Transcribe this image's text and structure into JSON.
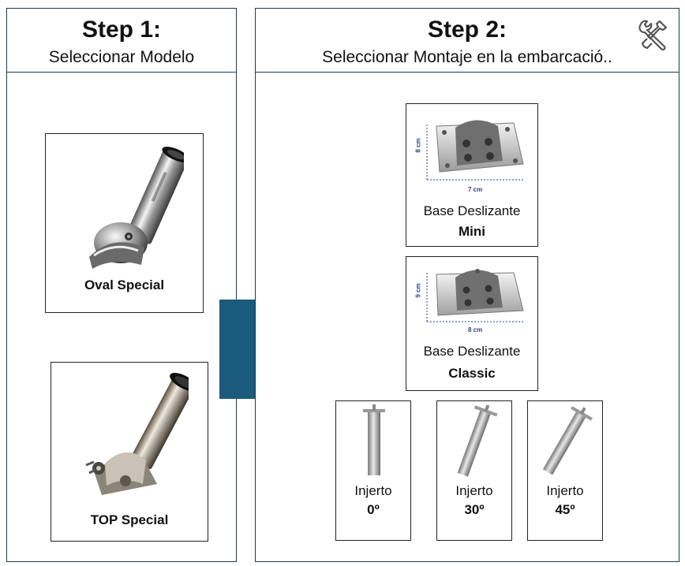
{
  "step1": {
    "title": "Step 1:",
    "subtitle": "Seleccionar Modelo",
    "models": [
      {
        "label": "Oval Special"
      },
      {
        "label": "TOP Special"
      }
    ]
  },
  "step2": {
    "title": "Step 2:",
    "subtitle": "Seleccionar Montaje en la embarcació..",
    "bases": [
      {
        "name": "Base Deslizante",
        "variant": "Mini",
        "dim_h": "8 cm",
        "dim_w": "7 cm"
      },
      {
        "name": "Base Deslizante",
        "variant": "Classic",
        "dim_h": "9 cm",
        "dim_w": "8 cm"
      }
    ],
    "injertos": [
      {
        "name": "Injerto",
        "angle": "0º"
      },
      {
        "name": "Injerto",
        "angle": "30º"
      },
      {
        "name": "Injerto",
        "angle": "45º"
      }
    ]
  },
  "colors": {
    "arrow": "#1a5a7c",
    "border": "#1f3a4f",
    "dimension": "#2d3f8f"
  },
  "icons": {
    "settings": "wrench-screwdriver-icon"
  }
}
